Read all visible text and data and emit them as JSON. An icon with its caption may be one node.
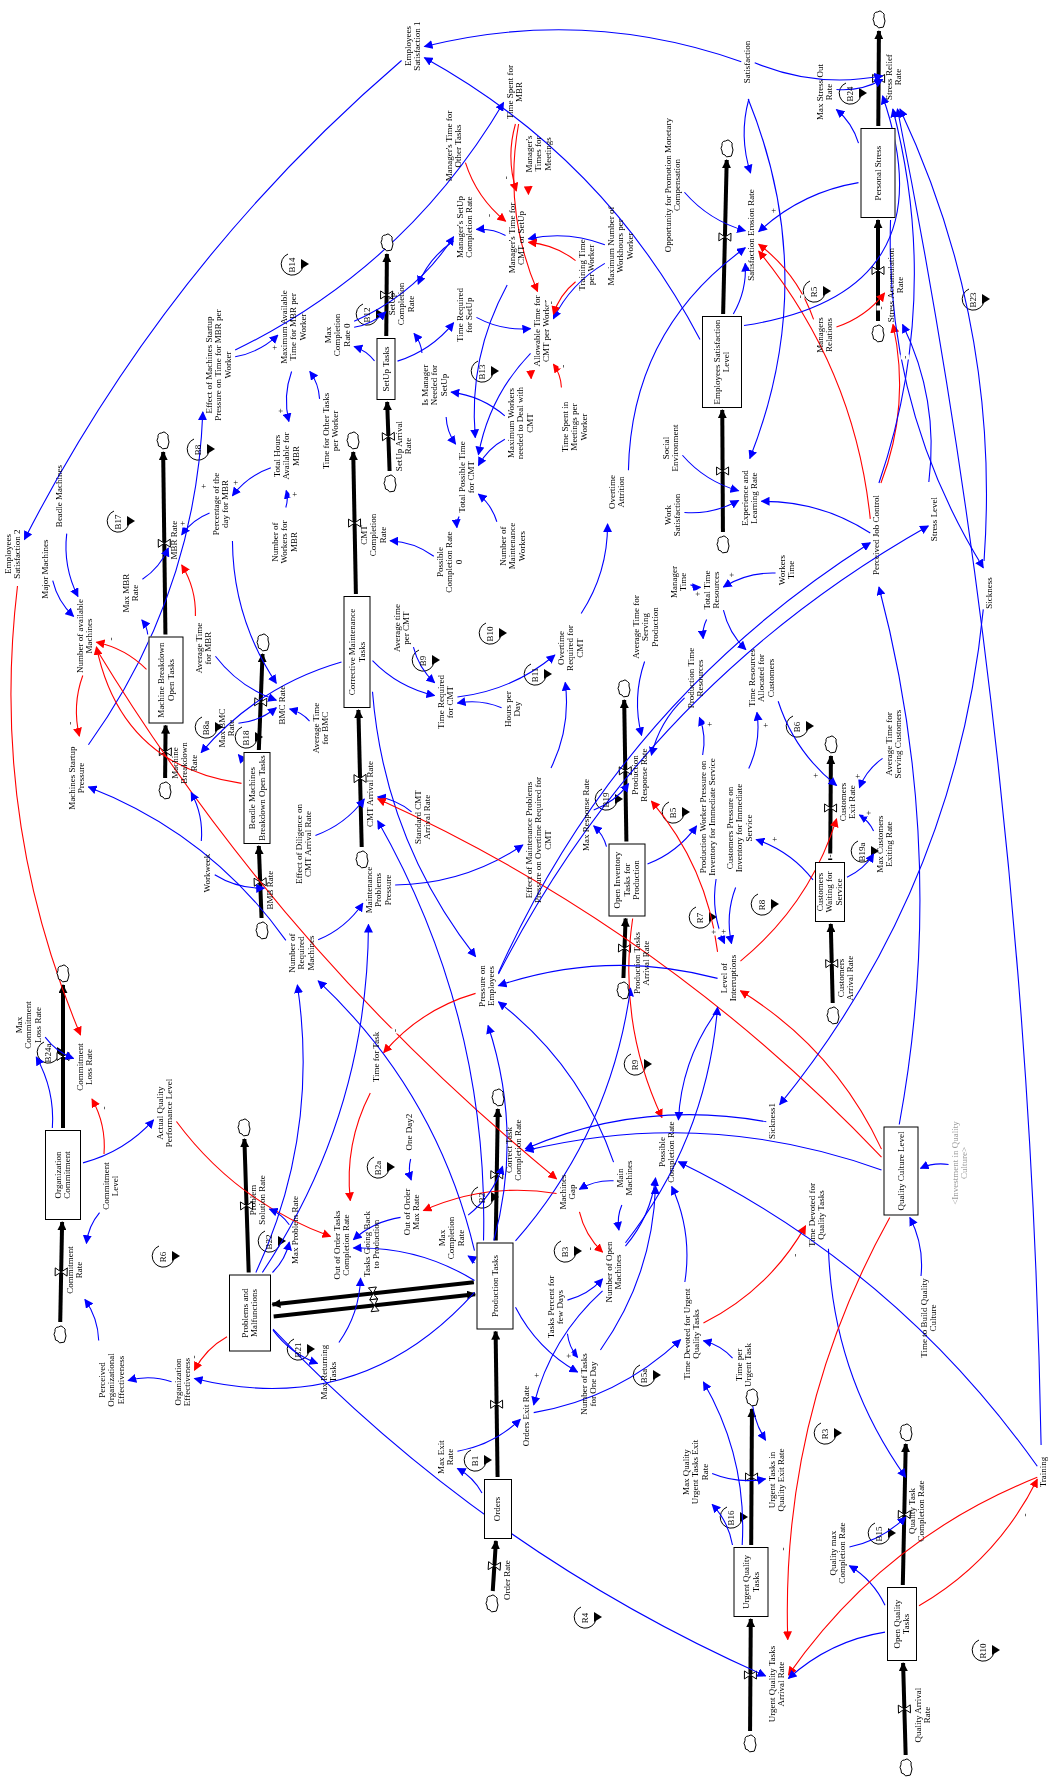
{
  "diagram": {
    "nodes": [
      {
        "text": [
          "Employees Satisfaction 1"
        ]
      },
      {
        "text": [
          "Time Spent for MBR"
        ]
      },
      {
        "text": [
          "Manager's Time for Other Tasks"
        ]
      },
      {
        "text": [
          "Manager's SetUp Completion Rate"
        ]
      },
      {
        "text": [
          "Manager's Time for CMT or SetUp"
        ]
      },
      {
        "text": [
          "Manager's Times for Meetings"
        ]
      },
      {
        "text": [
          "Maximum Number of Workhours per Worker"
        ]
      },
      {
        "text": [
          "Training Time per Worker"
        ]
      },
      {
        "text": [
          "Allowable Time for CMT per Worker"
        ]
      },
      {
        "text": [
          "Time Spent in Meetings per Worker"
        ]
      },
      {
        "text": [
          "Satisfaction"
        ]
      },
      {
        "text": [
          "Max Stress Out Rate"
        ]
      },
      {
        "text": [
          "Stress Relief Rate"
        ]
      },
      {
        "text": [
          "Personal Stress"
        ]
      },
      {
        "text": [
          "Opportunity for Promotion Monetary Compensation"
        ]
      },
      {
        "text": [
          "Satisfaction Erosion Rate"
        ]
      },
      {
        "text": [
          "Employees Satisfaction Level"
        ]
      },
      {
        "text": [
          "Stress Accumulation Rate"
        ]
      },
      {
        "text": [
          "Managers Relations"
        ]
      },
      {
        "text": [
          "Social Environment"
        ]
      },
      {
        "text": [
          "Work Satisfaction"
        ]
      },
      {
        "text": [
          "Experience and Learning Rate"
        ]
      },
      {
        "text": [
          "Perceived Job Control"
        ]
      },
      {
        "text": [
          "Stress Level"
        ]
      },
      {
        "text": [
          "Sickness"
        ]
      },
      {
        "text": [
          "Overtime Attrition"
        ]
      },
      {
        "text": [
          "SetUp Completion Rate"
        ]
      },
      {
        "text": [
          "Time Required for SetUp"
        ]
      },
      {
        "text": [
          "Max Completion Rate 0"
        ]
      },
      {
        "text": [
          "SetUp Tasks"
        ]
      },
      {
        "text": [
          "SetUp Arrival Rate"
        ]
      },
      {
        "text": [
          "Is Manager Needed for SetUp"
        ]
      },
      {
        "text": [
          "Maximum Workers needed to Deal with CMT"
        ]
      },
      {
        "text": [
          "Total Possible Time for CMT"
        ]
      },
      {
        "text": [
          "Number of Maintenance Workers"
        ]
      },
      {
        "text": [
          "Possible Completion Rate 0"
        ]
      },
      {
        "text": [
          "CMT Completion Rate"
        ]
      },
      {
        "text": [
          "Time for Other Tasks per Worker"
        ]
      },
      {
        "text": [
          "Maximum Available Time for MBR per Worker"
        ]
      },
      {
        "text": [
          "Effect of Machines Startup Pressure on Time for MBR per Worker"
        ]
      },
      {
        "text": [
          "Total Hours Available for MBR"
        ]
      },
      {
        "text": [
          "Percentage of the day for MBR"
        ]
      },
      {
        "text": [
          "Number of Workers for MBR"
        ]
      },
      {
        "text": [
          "MBR Rate"
        ]
      },
      {
        "text": [
          "Employees Satisfaction 2"
        ]
      },
      {
        "text": [
          "Beadle Machines"
        ]
      },
      {
        "text": [
          "Major Machines"
        ]
      },
      {
        "text": [
          "Number of available Machines"
        ]
      },
      {
        "text": [
          "Max MBR Rate"
        ]
      },
      {
        "text": [
          "Machine Breakdown Open Tasks"
        ]
      },
      {
        "text": [
          "Average Time for MBR"
        ]
      },
      {
        "text": [
          "BMC Rate"
        ]
      },
      {
        "text": [
          "Average Time for BMC"
        ]
      },
      {
        "text": [
          "Max BMC Rate"
        ]
      },
      {
        "text": [
          "Machine Breakdown Rate"
        ]
      },
      {
        "text": [
          "Beadle Machines Breakdown Open Tasks"
        ]
      },
      {
        "text": [
          "Machines Startup Pressure"
        ]
      },
      {
        "text": [
          "Workweek"
        ]
      },
      {
        "text": [
          "BMB Rate"
        ]
      },
      {
        "text": [
          "Corrective Maintenance Tasks"
        ]
      },
      {
        "text": [
          "Average time per CMT"
        ]
      },
      {
        "text": [
          "Time Required for CMT"
        ]
      },
      {
        "text": [
          "Hours per Day"
        ]
      },
      {
        "text": [
          "Effect of Diligence on CMT Arrival Rate"
        ]
      },
      {
        "text": [
          "CMT Arrival Rate"
        ]
      },
      {
        "text": [
          "Standard CMT Arrival Rate"
        ]
      },
      {
        "text": [
          "Maintenance Problems Pressure"
        ]
      },
      {
        "text": [
          "Number of Required Machines"
        ]
      },
      {
        "text": [
          "Pressure on Employees"
        ]
      },
      {
        "text": [
          "Time for Task"
        ]
      },
      {
        "text": [
          "Organization Commitment"
        ]
      },
      {
        "text": [
          "Max Commitment Loss Rate"
        ]
      },
      {
        "text": [
          "Commitment Loss Rate"
        ]
      },
      {
        "text": [
          "Actual Quality Performance Level"
        ]
      },
      {
        "text": [
          "Commitment Level"
        ]
      },
      {
        "text": [
          "Effect of Maintenance Problems Pressure on Overtime Required for CMT"
        ]
      },
      {
        "text": [
          "Overtime Required for CMT"
        ]
      },
      {
        "text": [
          "Average Time for Serving Production"
        ]
      },
      {
        "text": [
          "Production Time Resources"
        ]
      },
      {
        "text": [
          "Total Time Resources"
        ]
      },
      {
        "text": [
          "Manager Time"
        ]
      },
      {
        "text": [
          "Workers Time"
        ]
      },
      {
        "text": [
          "Time Resources Allocated for Customers"
        ]
      },
      {
        "text": [
          "Open Inventory Tasks for Production"
        ]
      },
      {
        "text": [
          "Production Response Rate"
        ]
      },
      {
        "text": [
          "Max Response Rate"
        ]
      },
      {
        "text": [
          "Production Worker Pressure on Inventory for Immediate Service"
        ]
      },
      {
        "text": [
          "Customers Pressure on Inventory for Immediate Service"
        ]
      },
      {
        "text": [
          "Level of Interruptions"
        ]
      },
      {
        "text": [
          "Production Tasks Arrival Rate"
        ]
      },
      {
        "text": [
          "Customers Waiting for Service"
        ]
      },
      {
        "text": [
          "Customers Exit Rate"
        ]
      },
      {
        "text": [
          "Average Time for Serving Customers"
        ]
      },
      {
        "text": [
          "Max Customers Exiting Rate"
        ]
      },
      {
        "text": [
          "Customers Arrival Rate"
        ]
      },
      {
        "text": [
          "Sickness1"
        ]
      },
      {
        "text": [
          "Quality Culture Level"
        ]
      },
      {
        "text": [
          "<Investment in Quality Culture>"
        ]
      },
      {
        "text": [
          "Possible Completion Rate"
        ]
      },
      {
        "text": [
          "Main Machines"
        ]
      },
      {
        "text": [
          "Machines Gap"
        ]
      },
      {
        "text": [
          "Commitment Rate"
        ]
      },
      {
        "text": [
          "Perceived Organizational Effectiveness"
        ]
      },
      {
        "text": [
          "Organization Effectiveness"
        ]
      },
      {
        "text": [
          "Problems and Malfunctions"
        ]
      },
      {
        "text": [
          "Problem Solution Rate"
        ]
      },
      {
        "text": [
          "Max Problem Rate"
        ]
      },
      {
        "text": [
          "Out of Order Tasks Completion Rate"
        ]
      },
      {
        "text": [
          "Tasks Going Back to Production"
        ]
      },
      {
        "text": [
          "Out of Order Max Rate"
        ]
      },
      {
        "text": [
          "Max Completion Rate"
        ]
      },
      {
        "text": [
          "Production Tasks"
        ]
      },
      {
        "text": [
          "Max Returning Tasks"
        ]
      },
      {
        "text": [
          "Max Exit Rate"
        ]
      },
      {
        "text": [
          "Orders"
        ]
      },
      {
        "text": [
          "Order Rate"
        ]
      },
      {
        "text": [
          "Orders Exit Rate"
        ]
      },
      {
        "text": [
          "One Day2"
        ]
      },
      {
        "text": [
          "Correct Task Completion Rate"
        ]
      },
      {
        "text": [
          "Number of Open Machines"
        ]
      },
      {
        "text": [
          "Tasks Percent for few Days"
        ]
      },
      {
        "text": [
          "Number of Tasks for One Day"
        ]
      },
      {
        "text": [
          "Time Devoted for Urgent Quality Tasks"
        ]
      },
      {
        "text": [
          "Time per Urgent Task"
        ]
      },
      {
        "text": [
          "Time Devoted for Quality Tasks"
        ]
      },
      {
        "text": [
          "Time to Build Quality Culture"
        ]
      },
      {
        "text": [
          "Urgent Tasks in Quality Exit Rate"
        ]
      },
      {
        "text": [
          "Max Quality Urgent Tasks Exit Rate"
        ]
      },
      {
        "text": [
          "Urgent Quality Tasks"
        ]
      },
      {
        "text": [
          "Quality Task Completion Rate"
        ]
      },
      {
        "text": [
          "Quality max Completion Rate"
        ]
      },
      {
        "text": [
          "Open Quality Tasks"
        ]
      },
      {
        "text": [
          "Training"
        ]
      },
      {
        "text": [
          "Urgent Quality Tasks Arrival Rate"
        ]
      },
      {
        "text": [
          "Quality Arrival Rate"
        ]
      },
      {
        "text": [],
        "shape": "cloud"
      },
      {
        "text": [],
        "shape": "cloud"
      },
      {
        "text": [],
        "shape": "cloud"
      },
      {
        "text": [],
        "shape": "cloud"
      },
      {
        "text": [],
        "shape": "cloud"
      },
      {
        "text": [],
        "shape": "cloud"
      },
      {
        "text": [],
        "shape": "cloud"
      },
      {
        "text": [],
        "shape": "cloud"
      },
      {
        "text": [],
        "shape": "cloud"
      },
      {
        "text": [],
        "shape": "cloud"
      },
      {
        "text": [],
        "shape": "cloud"
      },
      {
        "text": [],
        "shape": "cloud"
      },
      {
        "text": [],
        "shape": "cloud"
      },
      {
        "text": [],
        "shape": "cloud"
      },
      {
        "text": [],
        "shape": "cloud"
      },
      {
        "text": [],
        "shape": "cloud"
      },
      {
        "text": [],
        "shape": "cloud"
      },
      {
        "text": [],
        "shape": "cloud"
      },
      {
        "text": [],
        "shape": "cloud"
      },
      {
        "text": [],
        "shape": "cloud"
      },
      {
        "text": [],
        "shape": "cloud"
      },
      {
        "text": [],
        "shape": "cloud"
      },
      {
        "text": [],
        "shape": "cloud"
      },
      {
        "text": [],
        "shape": "cloud"
      },
      {
        "text": [],
        "shape": "cloud"
      }
    ],
    "edges": [
      {
        "from": 136,
        "to": 29,
        "arrow": "to",
        "style": "thick",
        "color": "#000000"
      },
      {
        "from": 29,
        "to": 135,
        "arrow": "to",
        "style": "thick",
        "color": "#000000"
      },
      {
        "from": 144,
        "to": 49,
        "arrow": "to",
        "style": "thick",
        "color": "#000000"
      },
      {
        "from": 49,
        "to": 137,
        "arrow": "to",
        "style": "thick",
        "color": "#000000"
      },
      {
        "from": 145,
        "to": 55,
        "arrow": "to",
        "style": "thick",
        "color": "#000000"
      },
      {
        "from": 55,
        "to": 143,
        "arrow": "to",
        "style": "thick",
        "color": "#000000"
      },
      {
        "from": 146,
        "to": 59,
        "arrow": "to",
        "style": "thick",
        "color": "#000000"
      },
      {
        "from": 59,
        "to": 138,
        "arrow": "to",
        "style": "thick",
        "color": "#000000"
      },
      {
        "from": 142,
        "to": 16,
        "arrow": "to",
        "style": "thick",
        "color": "#000000"
      },
      {
        "from": 16,
        "to": 140,
        "arrow": "to",
        "style": "thick",
        "color": "#000000"
      },
      {
        "from": 141,
        "to": 13,
        "arrow": "to",
        "style": "thick",
        "color": "#000000"
      },
      {
        "from": 13,
        "to": 139,
        "arrow": "to",
        "style": "thick",
        "color": "#000000"
      },
      {
        "from": 148,
        "to": 70,
        "arrow": "to",
        "style": "thick",
        "color": "#000000"
      },
      {
        "from": 70,
        "to": 147,
        "arrow": "to",
        "style": "thick",
        "color": "#000000"
      },
      {
        "from": 150,
        "to": 83,
        "arrow": "to",
        "style": "thick",
        "color": "#000000"
      },
      {
        "from": 83,
        "to": 149,
        "arrow": "to",
        "style": "thick",
        "color": "#000000"
      },
      {
        "from": 152,
        "to": 90,
        "arrow": "to",
        "style": "thick",
        "color": "#000000"
      },
      {
        "from": 90,
        "to": 151,
        "arrow": "to",
        "style": "thick",
        "color": "#000000"
      },
      {
        "from": 104,
        "to": 153,
        "arrow": "to",
        "style": "thick",
        "color": "#000000"
      },
      {
        "from": 111,
        "to": 154,
        "arrow": "to",
        "style": "thick",
        "color": "#000000"
      },
      {
        "from": 155,
        "to": 114,
        "arrow": "to",
        "style": "thick",
        "color": "#000000"
      },
      {
        "from": 114,
        "to": 111,
        "arrow": "to",
        "style": "thick",
        "color": "#000000"
      },
      {
        "from": 157,
        "to": 128,
        "arrow": "to",
        "style": "thick",
        "color": "#000000"
      },
      {
        "from": 128,
        "to": 156,
        "arrow": "to",
        "style": "thick",
        "color": "#000000"
      },
      {
        "from": 159,
        "to": 131,
        "arrow": "to",
        "style": "thick",
        "color": "#000000"
      },
      {
        "from": 131,
        "to": 158,
        "arrow": "to",
        "style": "thick",
        "color": "#000000"
      },
      {
        "from": 111,
        "to": 104,
        "arrow": "to",
        "style": "thick",
        "color": "#000000"
      },
      {
        "from": 104,
        "to": 111,
        "arrow": "to",
        "style": "thick",
        "color": "#000000"
      },
      {
        "from": 10,
        "to": 0,
        "arrow": "to"
      },
      {
        "from": 16,
        "to": 0,
        "arrow": "to"
      },
      {
        "from": 0,
        "to": 44,
        "arrow": "to"
      },
      {
        "from": 39,
        "to": 1,
        "arrow": "to"
      },
      {
        "from": 2,
        "to": 4,
        "arrow": "to",
        "color": "#ff0000",
        "label": "-"
      },
      {
        "from": 1,
        "to": 4,
        "arrow": "to",
        "color": "#ff0000",
        "label": "-"
      },
      {
        "from": 4,
        "to": 3,
        "arrow": "to"
      },
      {
        "from": 28,
        "to": 3,
        "arrow": "to"
      },
      {
        "from": 3,
        "to": 26,
        "arrow": "to"
      },
      {
        "from": 28,
        "to": 26,
        "arrow": "to"
      },
      {
        "from": 29,
        "to": 28,
        "arrow": "to"
      },
      {
        "from": 29,
        "to": 27,
        "arrow": "to"
      },
      {
        "from": 31,
        "to": 26,
        "arrow": "to"
      },
      {
        "from": 27,
        "to": 8,
        "arrow": "to"
      },
      {
        "from": 32,
        "to": 31,
        "arrow": "to"
      },
      {
        "from": 32,
        "to": 33,
        "arrow": "to"
      },
      {
        "from": 4,
        "to": 33,
        "arrow": "to"
      },
      {
        "from": 31,
        "to": 33,
        "arrow": "to"
      },
      {
        "from": 8,
        "to": 33,
        "arrow": "to"
      },
      {
        "from": 34,
        "to": 33,
        "arrow": "to"
      },
      {
        "from": 33,
        "to": 35,
        "arrow": "to"
      },
      {
        "from": 35,
        "to": 36,
        "arrow": "to"
      },
      {
        "from": 39,
        "to": 38,
        "arrow": "to",
        "label": "+"
      },
      {
        "from": 38,
        "to": 40,
        "arrow": "to",
        "label": "+"
      },
      {
        "from": 37,
        "to": 38,
        "arrow": "to"
      },
      {
        "from": 40,
        "to": 41,
        "arrow": "to",
        "label": "+"
      },
      {
        "from": 42,
        "to": 40,
        "arrow": "to",
        "label": "+"
      },
      {
        "from": 41,
        "to": 43,
        "arrow": "to",
        "label": "+"
      },
      {
        "from": 41,
        "to": 51,
        "arrow": "to"
      },
      {
        "from": 56,
        "to": 39,
        "arrow": "to",
        "label": "+"
      },
      {
        "from": 45,
        "to": 47,
        "arrow": "to"
      },
      {
        "from": 46,
        "to": 47,
        "arrow": "to"
      },
      {
        "from": 10,
        "to": 12,
        "arrow": "to"
      },
      {
        "from": 10,
        "to": 15,
        "arrow": "to"
      },
      {
        "from": 10,
        "to": 21,
        "arrow": "to"
      },
      {
        "from": 14,
        "to": 15,
        "arrow": "to"
      },
      {
        "from": 25,
        "to": 15,
        "arrow": "to"
      },
      {
        "from": 13,
        "to": 15,
        "arrow": "to",
        "label": "+"
      },
      {
        "from": 13,
        "to": 11,
        "arrow": "to"
      },
      {
        "from": 11,
        "to": 12,
        "arrow": "to"
      },
      {
        "from": 16,
        "to": 15,
        "arrow": "to"
      },
      {
        "from": 18,
        "to": 15,
        "arrow": "to",
        "color": "#ff0000"
      },
      {
        "from": 18,
        "to": 17,
        "arrow": "to",
        "color": "#ff0000",
        "label": "-"
      },
      {
        "from": 22,
        "to": 15,
        "arrow": "to",
        "color": "#ff0000",
        "label": "-"
      },
      {
        "from": 22,
        "to": 17,
        "arrow": "to",
        "color": "#ff0000",
        "label": "-"
      },
      {
        "from": 22,
        "to": 12,
        "arrow": "to"
      },
      {
        "from": 16,
        "to": 12,
        "arrow": "to"
      },
      {
        "from": 23,
        "to": 17,
        "arrow": "to"
      },
      {
        "from": 13,
        "to": 24,
        "arrow": "to"
      },
      {
        "from": 24,
        "to": 12,
        "arrow": "to"
      },
      {
        "from": 19,
        "to": 21,
        "arrow": "to"
      },
      {
        "from": 20,
        "to": 21,
        "arrow": "to"
      },
      {
        "from": 22,
        "to": 21,
        "arrow": "to"
      },
      {
        "from": 6,
        "to": 4,
        "arrow": "to"
      },
      {
        "from": 7,
        "to": 4,
        "arrow": "to",
        "color": "#ff0000"
      },
      {
        "from": 5,
        "to": 4,
        "arrow": "to",
        "color": "#ff0000"
      },
      {
        "from": 6,
        "to": 8,
        "arrow": "to"
      },
      {
        "from": 7,
        "to": 8,
        "arrow": "to",
        "color": "#ff0000",
        "label": "-"
      },
      {
        "from": 1,
        "to": 8,
        "arrow": "to",
        "color": "#ff0000"
      },
      {
        "from": 9,
        "to": 8,
        "arrow": "to",
        "color": "#ff0000",
        "label": "-"
      },
      {
        "from": 8,
        "to": 32,
        "arrow": "to",
        "color": "#ff0000"
      },
      {
        "from": 76,
        "to": 25,
        "arrow": "to"
      },
      {
        "from": 81,
        "to": 79,
        "arrow": "to",
        "label": "+"
      },
      {
        "from": 80,
        "to": 79,
        "arrow": "to",
        "label": "+"
      },
      {
        "from": 47,
        "to": 56,
        "arrow": "to",
        "color": "#ff0000",
        "label": "-"
      },
      {
        "from": 49,
        "to": 47,
        "arrow": "to",
        "color": "#ff0000",
        "label": "-"
      },
      {
        "from": 55,
        "to": 47,
        "arrow": "to",
        "color": "#ff0000"
      },
      {
        "from": 47,
        "to": 100,
        "arrow": "to",
        "color": "#ff0000"
      },
      {
        "from": 49,
        "to": 48,
        "arrow": "to"
      },
      {
        "from": 48,
        "to": 43,
        "arrow": "to"
      },
      {
        "from": 50,
        "to": 43,
        "arrow": "to",
        "color": "#ff0000"
      },
      {
        "from": 50,
        "to": 51,
        "arrow": "to"
      },
      {
        "from": 53,
        "to": 51,
        "arrow": "to"
      },
      {
        "from": 52,
        "to": 51,
        "arrow": "to"
      },
      {
        "from": 55,
        "to": 53,
        "arrow": "to"
      },
      {
        "from": 57,
        "to": 54,
        "arrow": "to"
      },
      {
        "from": 57,
        "to": 58,
        "arrow": "to"
      },
      {
        "from": 59,
        "to": 54,
        "arrow": "to"
      },
      {
        "from": 59,
        "to": 61,
        "arrow": "to"
      },
      {
        "from": 60,
        "to": 61,
        "arrow": "to"
      },
      {
        "from": 62,
        "to": 61,
        "arrow": "to"
      },
      {
        "from": 61,
        "to": 76,
        "arrow": "to"
      },
      {
        "from": 59,
        "to": 68,
        "arrow": "to"
      },
      {
        "from": 63,
        "to": 64,
        "arrow": "to"
      },
      {
        "from": 65,
        "to": 64,
        "arrow": "to"
      },
      {
        "from": 66,
        "to": 75,
        "arrow": "to"
      },
      {
        "from": 67,
        "to": 66,
        "arrow": "to"
      },
      {
        "from": 67,
        "to": 56,
        "arrow": "to"
      },
      {
        "from": 104,
        "to": 66,
        "arrow": "to"
      },
      {
        "from": 111,
        "to": 64,
        "arrow": "to"
      },
      {
        "from": 68,
        "to": 69,
        "arrow": "to",
        "color": "#ff0000",
        "label": "-"
      },
      {
        "from": 96,
        "to": 64,
        "arrow": "to",
        "color": "#ff0000"
      },
      {
        "from": 71,
        "to": 72,
        "arrow": "to"
      },
      {
        "from": 74,
        "to": 72,
        "arrow": "to",
        "color": "#ff0000",
        "label": "-"
      },
      {
        "from": 70,
        "to": 73,
        "arrow": "to"
      },
      {
        "from": 44,
        "to": 72,
        "arrow": "to",
        "color": "#ff0000"
      },
      {
        "from": 70,
        "to": 71,
        "arrow": "to"
      },
      {
        "from": 73,
        "to": 107,
        "arrow": "to",
        "color": "#ff0000"
      },
      {
        "from": 69,
        "to": 107,
        "arrow": "to",
        "color": "#ff0000"
      },
      {
        "from": 117,
        "to": 109,
        "arrow": "to"
      },
      {
        "from": 75,
        "to": 76,
        "arrow": "to"
      },
      {
        "from": 77,
        "to": 84,
        "arrow": "to"
      },
      {
        "from": 78,
        "to": 84,
        "arrow": "to"
      },
      {
        "from": 85,
        "to": 84,
        "arrow": "to"
      },
      {
        "from": 83,
        "to": 85,
        "arrow": "to"
      },
      {
        "from": 83,
        "to": 86,
        "arrow": "to"
      },
      {
        "from": 86,
        "to": 78,
        "arrow": "to",
        "label": "+"
      },
      {
        "from": 87,
        "to": 82,
        "arrow": "to",
        "label": "+"
      },
      {
        "from": 90,
        "to": 87,
        "arrow": "to",
        "label": "+"
      },
      {
        "from": 86,
        "to": 88,
        "arrow": "to",
        "label": "+"
      },
      {
        "from": 87,
        "to": 88,
        "arrow": "to",
        "label": "+"
      },
      {
        "from": 79,
        "to": 78,
        "arrow": "to"
      },
      {
        "from": 79,
        "to": 82,
        "arrow": "to"
      },
      {
        "from": 82,
        "to": 91,
        "arrow": "to",
        "label": "+"
      },
      {
        "from": 92,
        "to": 91,
        "arrow": "to",
        "label": "+"
      },
      {
        "from": 93,
        "to": 91,
        "arrow": "to",
        "label": "+"
      },
      {
        "from": 90,
        "to": 93,
        "arrow": "to"
      },
      {
        "from": 88,
        "to": 91,
        "arrow": "to",
        "color": "#ff0000",
        "label": "-"
      },
      {
        "from": 88,
        "to": 84,
        "arrow": "to",
        "color": "#ff0000"
      },
      {
        "from": 83,
        "to": 98,
        "arrow": "to",
        "color": "#ff0000"
      },
      {
        "from": 88,
        "to": 68,
        "arrow": "to"
      },
      {
        "from": 88,
        "to": 98,
        "arrow": "to"
      },
      {
        "from": 96,
        "to": 88,
        "arrow": "to",
        "color": "#ff0000"
      },
      {
        "from": 119,
        "to": 88,
        "arrow": "to"
      },
      {
        "from": 111,
        "to": 89,
        "arrow": "to"
      },
      {
        "from": 24,
        "to": 95,
        "arrow": "to"
      },
      {
        "from": 95,
        "to": 118,
        "arrow": "to"
      },
      {
        "from": 96,
        "to": 118,
        "arrow": "to"
      },
      {
        "from": 96,
        "to": 22,
        "arrow": "to"
      },
      {
        "from": 97,
        "to": 96,
        "arrow": "to"
      },
      {
        "from": 68,
        "to": 23,
        "arrow": "to"
      },
      {
        "from": 68,
        "to": 22,
        "arrow": "to"
      },
      {
        "from": 102,
        "to": 101,
        "arrow": "to"
      },
      {
        "from": 103,
        "to": 102,
        "arrow": "to"
      },
      {
        "from": 104,
        "to": 103,
        "arrow": "to",
        "color": "#ff0000",
        "label": "-"
      },
      {
        "from": 111,
        "to": 103,
        "arrow": "to"
      },
      {
        "from": 74,
        "to": 101,
        "arrow": "to"
      },
      {
        "from": 104,
        "to": 106,
        "arrow": "to"
      },
      {
        "from": 106,
        "to": 105,
        "arrow": "to"
      },
      {
        "from": 104,
        "to": 112,
        "arrow": "to"
      },
      {
        "from": 112,
        "to": 108,
        "arrow": "to"
      },
      {
        "from": 104,
        "to": 67,
        "arrow": "to"
      },
      {
        "from": 104,
        "to": 133,
        "arrow": "to"
      },
      {
        "from": 111,
        "to": 107,
        "arrow": "to"
      },
      {
        "from": 111,
        "to": 110,
        "arrow": "to"
      },
      {
        "from": 109,
        "to": 107,
        "arrow": "to"
      },
      {
        "from": 100,
        "to": 109,
        "arrow": "to",
        "color": "#ff0000"
      },
      {
        "from": 114,
        "to": 113,
        "arrow": "to"
      },
      {
        "from": 113,
        "to": 116,
        "arrow": "to"
      },
      {
        "from": 100,
        "to": 119,
        "arrow": "to",
        "color": "#ff0000",
        "label": "-"
      },
      {
        "from": 99,
        "to": 119,
        "arrow": "to"
      },
      {
        "from": 119,
        "to": 98,
        "arrow": "to"
      },
      {
        "from": 120,
        "to": 119,
        "arrow": "to"
      },
      {
        "from": 120,
        "to": 121,
        "arrow": "to",
        "label": "+"
      },
      {
        "from": 111,
        "to": 121,
        "arrow": "to"
      },
      {
        "from": 119,
        "to": 116,
        "arrow": "to",
        "label": "+"
      },
      {
        "from": 121,
        "to": 98,
        "arrow": "to"
      },
      {
        "from": 116,
        "to": 122,
        "arrow": "to"
      },
      {
        "from": 128,
        "to": 122,
        "arrow": "to"
      },
      {
        "from": 123,
        "to": 122,
        "arrow": "to"
      },
      {
        "from": 122,
        "to": 124,
        "arrow": "to",
        "color": "#ff0000",
        "label": "-"
      },
      {
        "from": 122,
        "to": 98,
        "arrow": "to"
      },
      {
        "from": 128,
        "to": 127,
        "arrow": "to"
      },
      {
        "from": 127,
        "to": 126,
        "arrow": "to"
      },
      {
        "from": 123,
        "to": 126,
        "arrow": "to"
      },
      {
        "from": 124,
        "to": 129,
        "arrow": "to"
      },
      {
        "from": 125,
        "to": 96,
        "arrow": "to"
      },
      {
        "from": 96,
        "to": 133,
        "arrow": "to",
        "color": "#ff0000",
        "label": "-"
      },
      {
        "from": 131,
        "to": 130,
        "arrow": "to"
      },
      {
        "from": 130,
        "to": 129,
        "arrow": "to"
      },
      {
        "from": 131,
        "to": 132,
        "arrow": "to",
        "color": "#ff0000",
        "label": "-"
      },
      {
        "from": 132,
        "to": 98,
        "arrow": "to"
      },
      {
        "from": 132,
        "to": 133,
        "arrow": "to",
        "color": "#ff0000"
      },
      {
        "from": 131,
        "to": 133,
        "arrow": "to"
      },
      {
        "from": 132,
        "to": 12,
        "arrow": "to"
      },
      {
        "from": 111,
        "to": 67,
        "arrow": "to"
      },
      {
        "from": 111,
        "to": 68,
        "arrow": "to"
      },
      {
        "from": 99,
        "to": 68,
        "arrow": "to"
      },
      {
        "from": 99,
        "to": 100,
        "arrow": "to"
      },
      {
        "from": 110,
        "to": 118,
        "arrow": "to"
      }
    ],
    "labels": [
      "B14",
      "B8",
      "B12",
      "B13",
      "B24",
      "R5",
      "B23",
      "B17",
      "B8a",
      "B18",
      "B9",
      "B10",
      "B11",
      "B19",
      "B5",
      "R7",
      "R8",
      "B6",
      "B19a",
      "R9",
      "B24a",
      "R6",
      "B22",
      "B2a",
      "B2",
      "B21",
      "B1",
      "B3",
      "B5a",
      "R4",
      "B16",
      "R3",
      "B15",
      "R10"
    ]
  }
}
